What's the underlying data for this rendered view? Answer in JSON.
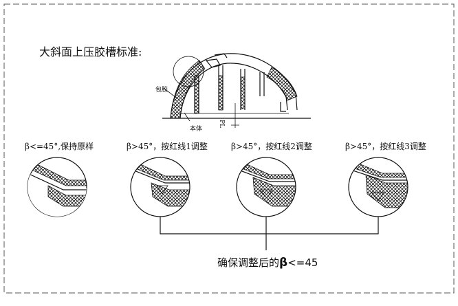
{
  "title": "大斜面上压胶槽标准:",
  "main_part_labels": {
    "wrap": "包胶",
    "body": "本体",
    "pl": "PL"
  },
  "details": [
    {
      "label": "β<=45°,保持原样"
    },
    {
      "label": "β>45°，按红线1调整"
    },
    {
      "label": "β>45°，按红线2调整"
    },
    {
      "label": "β>45°，按红线3调整"
    }
  ],
  "footer": {
    "text": "确保调整后的",
    "beta": "β",
    "cond": "<=45"
  }
}
